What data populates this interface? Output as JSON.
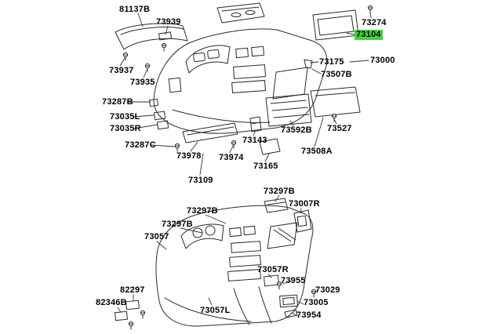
{
  "highlight": {
    "part": "73104",
    "color": "#3cd63c"
  },
  "labels": [
    {
      "text": "81137B"
    },
    {
      "text": "73939"
    },
    {
      "text": "73937"
    },
    {
      "text": "73935"
    },
    {
      "text": "73287B"
    },
    {
      "text": "73035L"
    },
    {
      "text": "73035R"
    },
    {
      "text": "73287C"
    },
    {
      "text": "73978"
    },
    {
      "text": "73974"
    },
    {
      "text": "73143"
    },
    {
      "text": "73109"
    },
    {
      "text": "73165"
    },
    {
      "text": "73592B"
    },
    {
      "text": "73508A"
    },
    {
      "text": "73527"
    },
    {
      "text": "73175"
    },
    {
      "text": "73507B"
    },
    {
      "text": "73000"
    },
    {
      "text": "73274"
    },
    {
      "text": "73104"
    },
    {
      "text": "73297B"
    },
    {
      "text": "73007R"
    },
    {
      "text": "73297B"
    },
    {
      "text": "73297B"
    },
    {
      "text": "73057"
    },
    {
      "text": "73057R"
    },
    {
      "text": "73955"
    },
    {
      "text": "73029"
    },
    {
      "text": "73005"
    },
    {
      "text": "73954"
    },
    {
      "text": "73057L"
    },
    {
      "text": "82297"
    },
    {
      "text": "82346B"
    }
  ]
}
